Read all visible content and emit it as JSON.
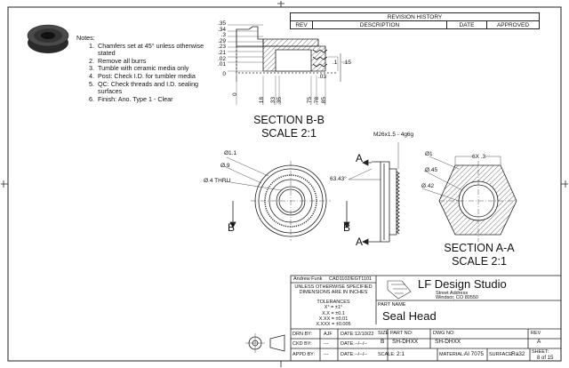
{
  "notes": {
    "title": "Notes:",
    "items": [
      {
        "num": "1.",
        "text": "Chamfers set at 45° unless otherwise stated"
      },
      {
        "num": "2.",
        "text": "Remove all burrs"
      },
      {
        "num": "3.",
        "text": "Tumble with ceramic media only"
      },
      {
        "num": "4.",
        "text": "Post: Check I.D. for tumbler media"
      },
      {
        "num": "5.",
        "text": "QC: Check threads and I.D. sealing surfaces"
      },
      {
        "num": "6.",
        "text": "Finish: Ano. Type 1 - Clear"
      }
    ]
  },
  "revision": {
    "title": "REVISION HISTORY",
    "columns": [
      "REV",
      "DESCRIPTION",
      "DATE",
      "APPROVED"
    ]
  },
  "section_bb": {
    "title": "SECTION B-B",
    "scale": "SCALE 2:1",
    "v_dims": [
      ".35",
      ".34",
      ".3",
      ".29",
      ".23",
      ".21",
      ".02",
      ".01",
      "0"
    ],
    "h_dims": [
      "0",
      ".18",
      ".33",
      ".35",
      ".75",
      ".78",
      ".85"
    ],
    "dim_1": ".1",
    "dim_15": ".15",
    "dim_03": ".03"
  },
  "front_view": {
    "d1": "Ø1.1",
    "d2": "Ø.9",
    "d3": "Ø.4 THRU",
    "cut_label_left": "B",
    "cut_label_right": "B"
  },
  "side_view": {
    "thread": "M26x1.5 - 4g6g",
    "angle": "63.43°",
    "cut_label_top": "A",
    "cut_label_bottom": "A"
  },
  "section_aa": {
    "title": "SECTION A-A",
    "scale": "SCALE 2:1",
    "d1": "Ø1",
    "d2": "Ø.45",
    "d3": "Ø.42",
    "pattern": "6X .3"
  },
  "title_block": {
    "drawn_name": "Andrew Funk",
    "cad_ref": "CAD1102/EGT1101",
    "unless": "UNLESS OTHERWISE SPECIFIED",
    "dims_in": "DIMENSIONS ARE IN INCHES",
    "tol_title": "TOLERANCES",
    "tol_1": "X° = ±1°",
    "tol_2": "X.X = ±0.1",
    "tol_3": "X.XX = ±0.01",
    "tol_4": "X.XXX = ±0.005",
    "company": "LF Design Studio",
    "address1": "Street Address",
    "address2": "Windsor, CO 80550",
    "part_name_label": "PART NAME",
    "part_name": "Seal Head",
    "drn_by_label": "DRN BY:",
    "drn_by": "AJF",
    "drn_date_label": "DATE:",
    "drn_date": "12/10/22",
    "ckd_by_label": "CKD BY:",
    "ckd_by": "---",
    "ckd_date_label": "DATE:",
    "ckd_date": "--/--/--",
    "appd_by_label": "APPD BY:",
    "appd_by": "---",
    "appd_date_label": "DATE:",
    "appd_date": "--/--/--",
    "size_label": "SIZE",
    "size": "B",
    "part_no_label": "PART NO:",
    "part_no": "SH-DHXX",
    "dwg_no_label": "DWG NO:",
    "dwg_no": "SH-DHXX",
    "rev_label": "REV",
    "rev": "A",
    "scale_label": "SCALE:",
    "scale": "2:1",
    "material_label": "MATERIAL:",
    "material": "Al 7075",
    "surface_label": "SURFACE:",
    "surface": "Ra32",
    "sheet_label": "SHEET:",
    "sheet": "8 of 15"
  }
}
